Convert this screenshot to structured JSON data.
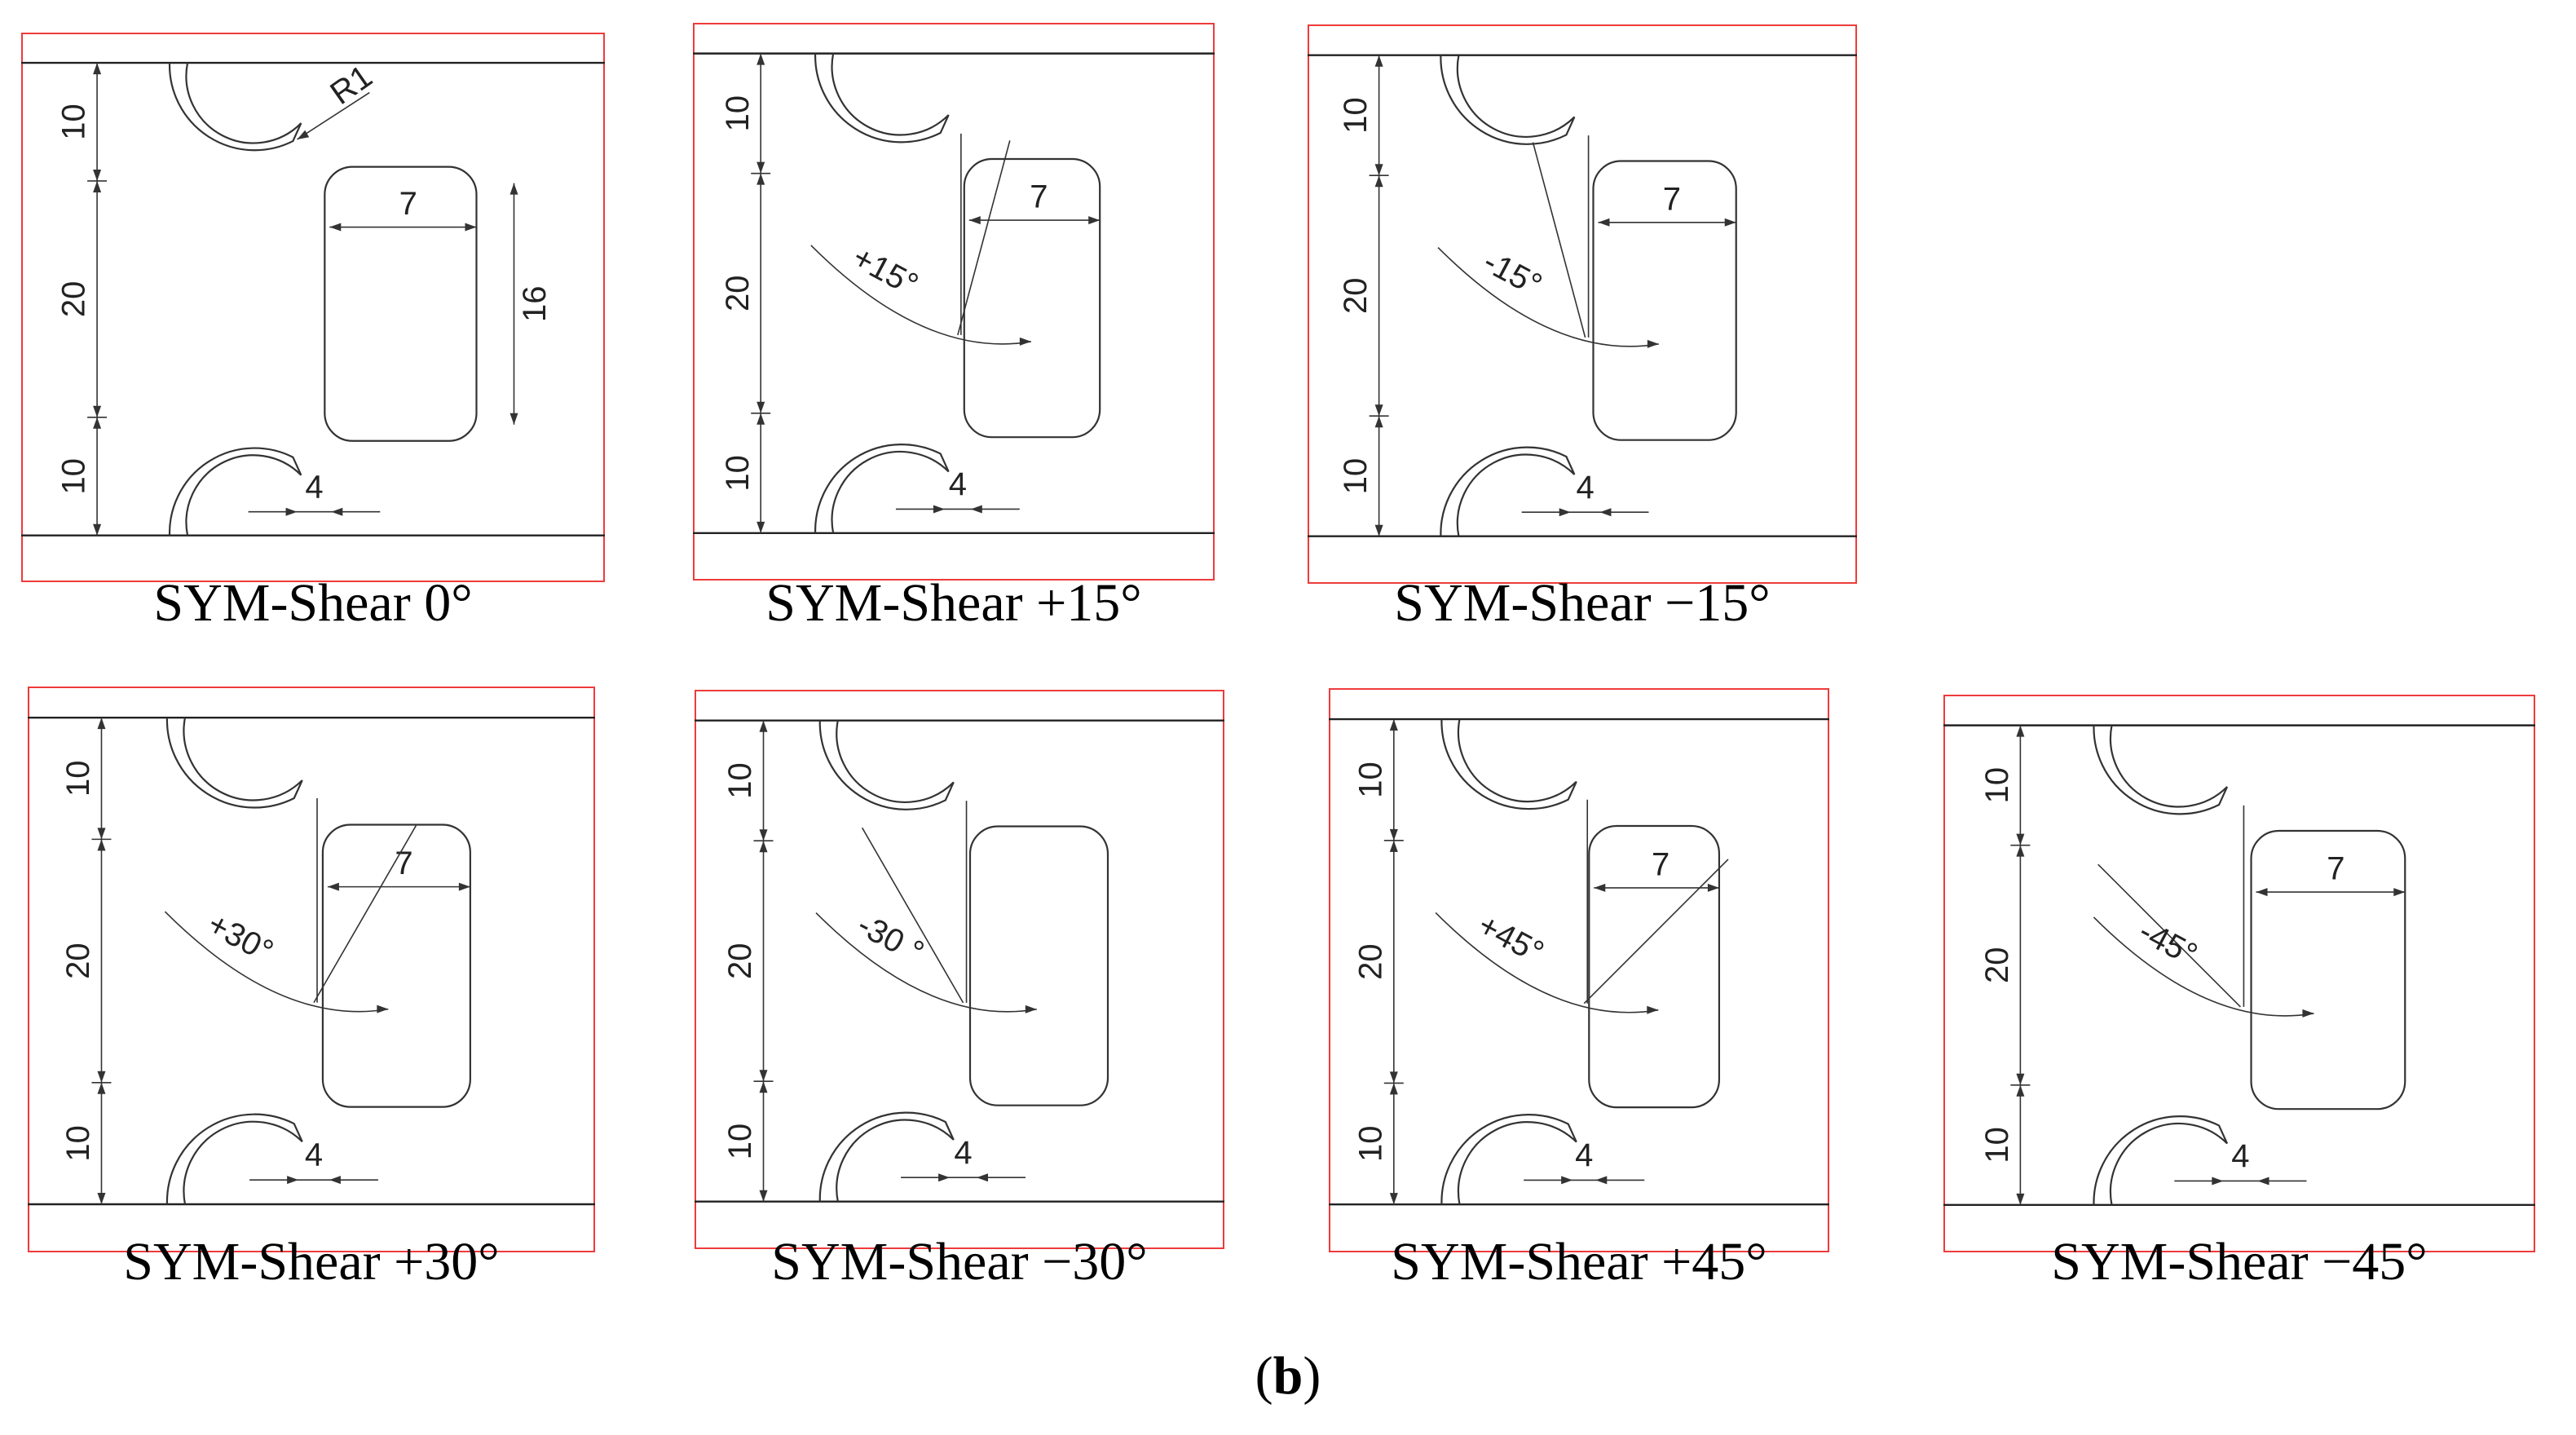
{
  "figure_label": {
    "open": "(",
    "letter": "b",
    "close": ")"
  },
  "colors": {
    "frame": "#ee3b3b",
    "lines": "#333333"
  },
  "panels": [
    {
      "id": "shear-0",
      "caption": "SYM-Shear 0°",
      "angle": 0,
      "angle_label": "",
      "dims": {
        "top": "10",
        "middle": "20",
        "bottom": "10",
        "width": "7",
        "height": "16",
        "gap": "4",
        "radius": "R1"
      }
    },
    {
      "id": "shear-p15",
      "caption": "SYM-Shear +15°",
      "angle": 15,
      "angle_label": "+15°",
      "dims": {
        "top": "10",
        "middle": "20",
        "bottom": "10",
        "width": "7",
        "gap": "4"
      }
    },
    {
      "id": "shear-m15",
      "caption": "SYM-Shear −15°",
      "angle": -15,
      "angle_label": "-15°",
      "dims": {
        "top": "10",
        "middle": "20",
        "bottom": "10",
        "width": "7",
        "gap": "4"
      }
    },
    {
      "id": "shear-p30",
      "caption": "SYM-Shear +30°",
      "angle": 30,
      "angle_label": "+30°",
      "dims": {
        "top": "10",
        "middle": "20",
        "bottom": "10",
        "width": "7",
        "gap": "4"
      }
    },
    {
      "id": "shear-m30",
      "caption": "SYM-Shear −30°",
      "angle": -30,
      "angle_label": "-30 °",
      "dims": {
        "top": "10",
        "middle": "20",
        "bottom": "10",
        "width": "",
        "gap": "4"
      }
    },
    {
      "id": "shear-p45",
      "caption": "SYM-Shear +45°",
      "angle": 45,
      "angle_label": "+45°",
      "dims": {
        "top": "10",
        "middle": "20",
        "bottom": "10",
        "width": "7",
        "gap": "4"
      }
    },
    {
      "id": "shear-m45",
      "caption": "SYM-Shear −45°",
      "angle": -45,
      "angle_label": "-45°",
      "dims": {
        "top": "10",
        "middle": "20",
        "bottom": "10",
        "width": "7",
        "gap": "4"
      }
    }
  ]
}
